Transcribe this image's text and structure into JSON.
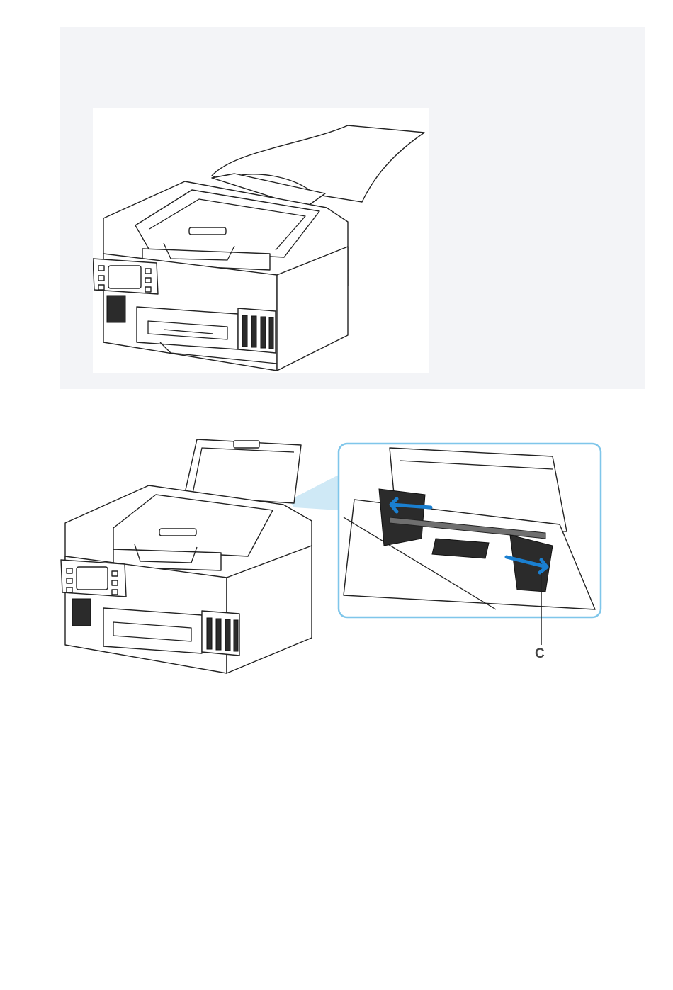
{
  "figures": {
    "loading_paper": {
      "subject": "printer-with-long-paper-in-rear-tray"
    },
    "paper_guides": {
      "subject": "printer-rear-tray-paper-guides",
      "callout_label": "C",
      "arrow_color": "#1a7fd0",
      "zoom_border_color": "#7fc6ea"
    }
  },
  "colors": {
    "panel_background": "#f3f4f7"
  }
}
